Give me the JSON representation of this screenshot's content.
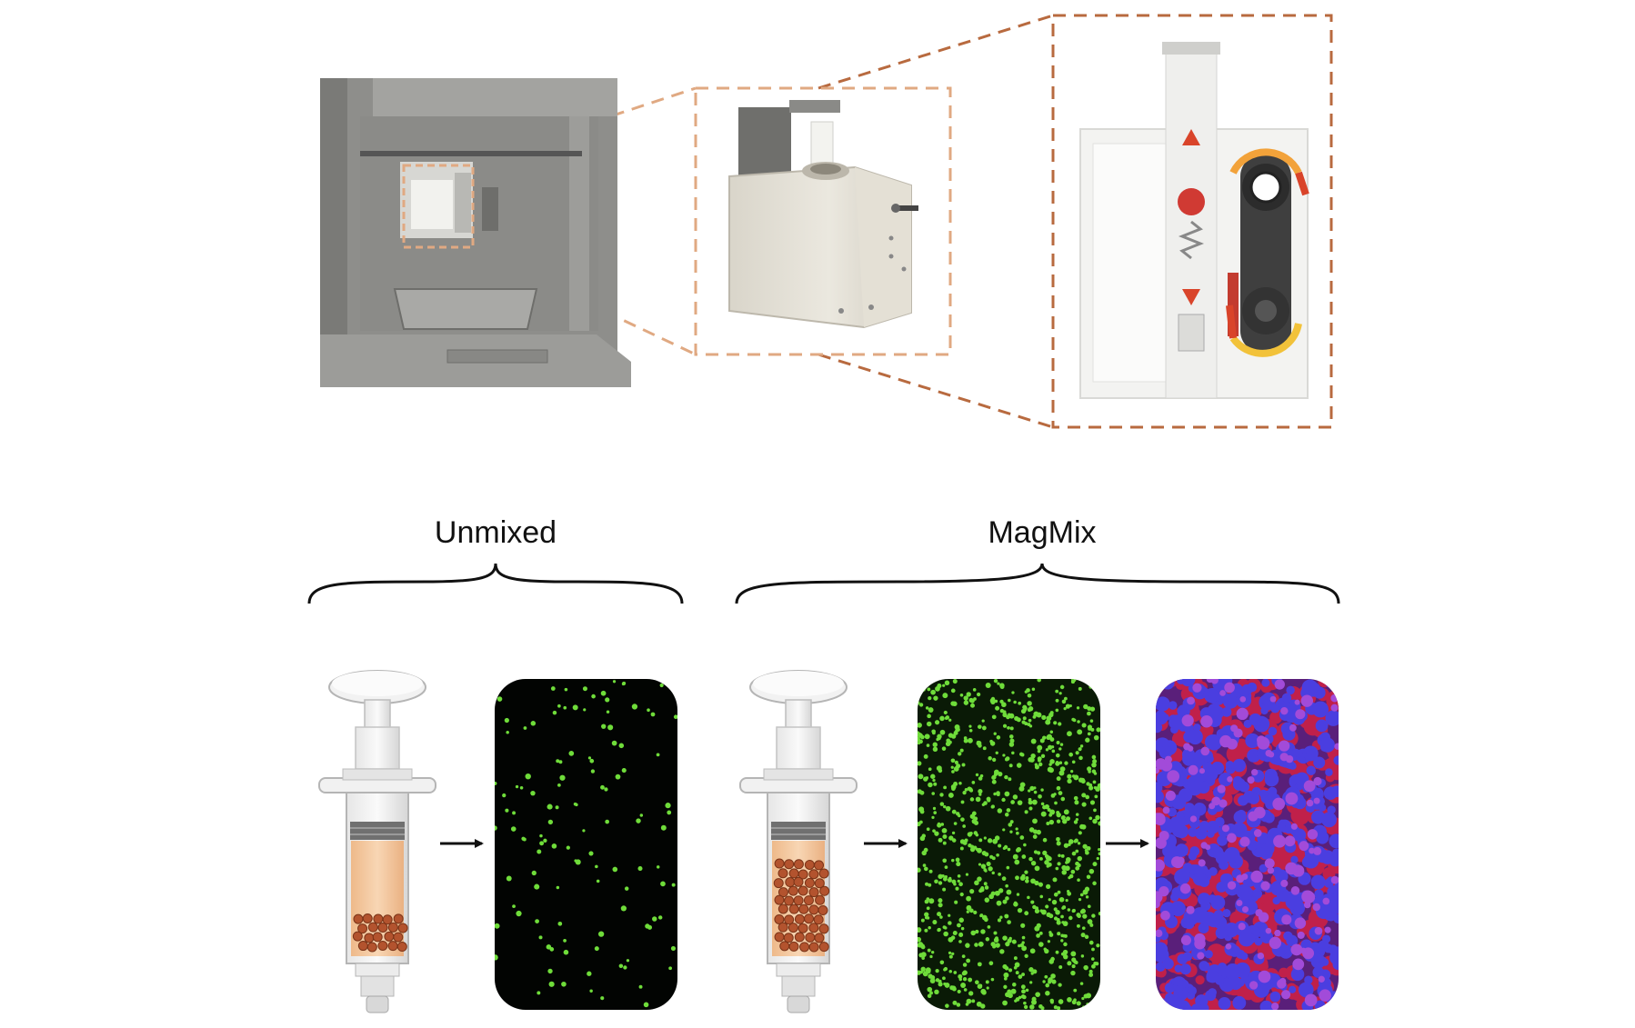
{
  "labels": {
    "unmixed": "Unmixed",
    "magmix": "MagMix"
  },
  "colors": {
    "zoom_line": "#b86a3f",
    "zoom_line_light": "#e0a982",
    "green_cells": "#6fdc3a",
    "tissue_blue": "#4a3ee0",
    "tissue_red": "#c0204a",
    "syringe_fluid": "#f3c9a0",
    "bead": "#b3532e",
    "arrow_red": "#d9442a",
    "arrow_orange": "#f2a23a"
  },
  "icons": {
    "device": "bioprinter-enclosure",
    "module": "mixing-module",
    "mechanism": "magnetic-mixing-mechanism",
    "syringe": "syringe-icon",
    "arrow": "arrow-right-icon"
  }
}
